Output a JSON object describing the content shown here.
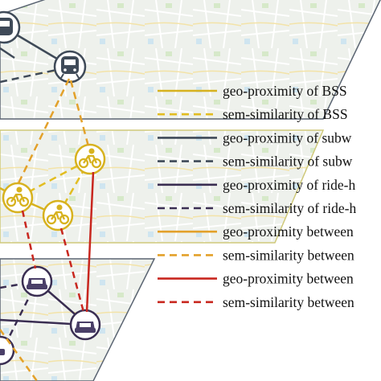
{
  "colors": {
    "bss": "#d7b21f",
    "bss_dash": "#e2bd22",
    "subway": "#3f4a58",
    "ride": "#3a2e52",
    "between_orange": "#e3a12a",
    "between_red": "#c8271f",
    "layer_border_top": "#5a6472",
    "layer_border_mid": "#cfc97a",
    "layer_border_bot": "#5a6472",
    "map_bg": "#eef0ea"
  },
  "layers": [
    {
      "name": "subway",
      "icon": "train-icon"
    },
    {
      "name": "bss",
      "icon": "bicycle-icon"
    },
    {
      "name": "ride-hailing",
      "icon": "car-icon"
    }
  ],
  "legend": [
    {
      "label": "geo-proximity of BSS",
      "style": "solid",
      "color": "#d7b21f"
    },
    {
      "label": "sem-similarity of BSS",
      "style": "dashed",
      "color": "#e2bd22"
    },
    {
      "label": "geo-proximity of subw",
      "style": "solid",
      "color": "#3f4a58"
    },
    {
      "label": "sem-similarity of subw",
      "style": "dashed",
      "color": "#3f4a58"
    },
    {
      "label": "geo-proximity of ride-h",
      "style": "solid",
      "color": "#3a2e52"
    },
    {
      "label": "sem-similarity of ride-h",
      "style": "dashed",
      "color": "#3a2e52"
    },
    {
      "label": "geo-proximity between",
      "style": "solid",
      "color": "#e3a12a"
    },
    {
      "label": "sem-similarity between",
      "style": "dashed",
      "color": "#e3a12a"
    },
    {
      "label": "geo-proximity between",
      "style": "solid",
      "color": "#c8271f"
    },
    {
      "label": "sem-similarity between",
      "style": "dashed",
      "color": "#c8271f"
    }
  ]
}
